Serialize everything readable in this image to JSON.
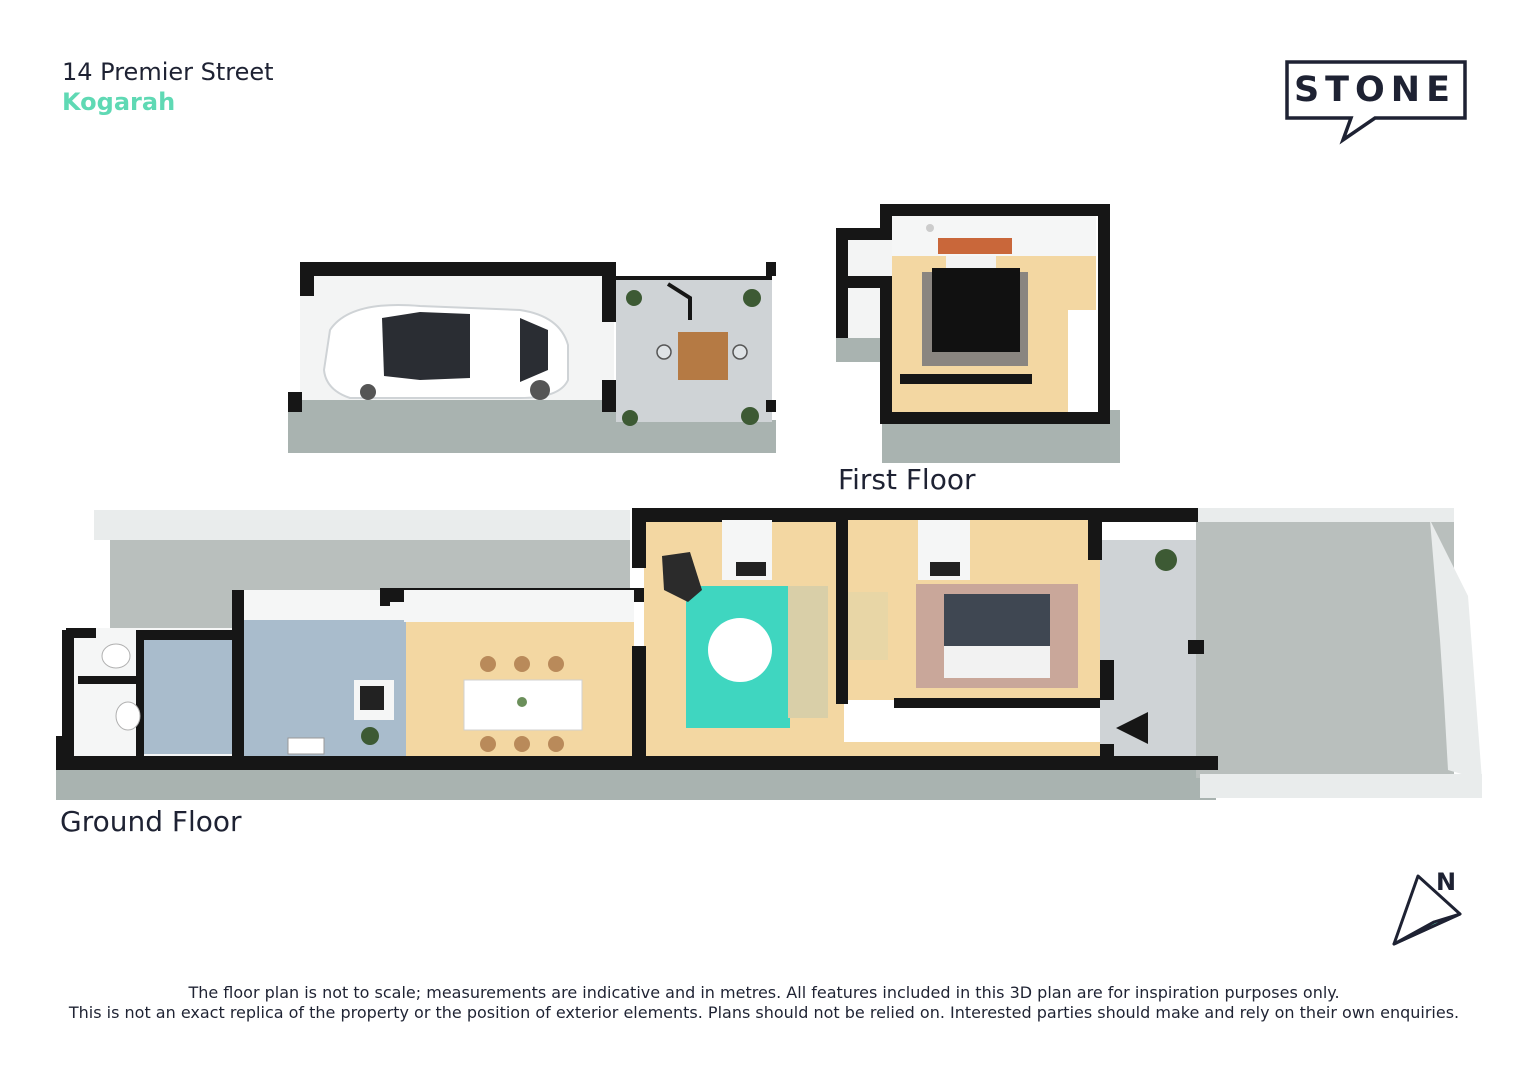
{
  "header": {
    "street": "14 Premier Street",
    "suburb": "Kogarah"
  },
  "brand": {
    "name": "STONE",
    "accent": "#5fd9b4",
    "ink": "#1e2233"
  },
  "floors": {
    "first": "First Floor",
    "ground": "Ground Floor"
  },
  "compass": {
    "label": "N"
  },
  "disclaimer": {
    "line1": "The floor plan is not to scale; measurements are indicative and in metres. All features included in this 3D plan are for inspiration purposes only.",
    "line2": "This is not an exact replica of the property or the position of exterior elements. Plans should not be relied on. Interested parties should make and rely on their own enquiries."
  },
  "colors": {
    "wall": "#161616",
    "wall_side": "#a9b3b0",
    "floor_wood": "#f3d7a2",
    "floor_tile_grey": "#cfd3d6",
    "floor_tile_blue": "#a9bccc",
    "yard": "#b9bfbd",
    "rug_teal": "#3fd6c0",
    "fence": "#e9ecec"
  },
  "icons": [
    "stone-logo-icon",
    "compass-icon",
    "car-icon",
    "entry-arrow-icon"
  ]
}
